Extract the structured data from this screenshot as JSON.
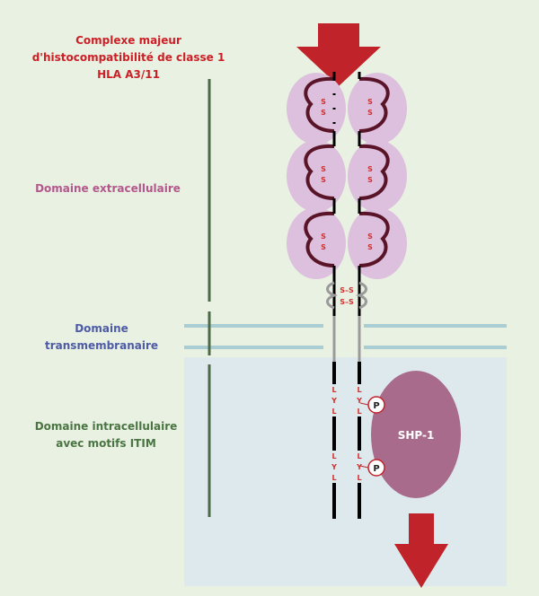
{
  "title": {
    "line1": "Complexe majeur",
    "line2": "d'histocompatibilité de classe 1",
    "line3": "HLA A3/11"
  },
  "domains": {
    "extracellular": "Domaine extracellulaire",
    "transmembrane_line1": "Domaine",
    "transmembrane_line2": "transmembranaire",
    "intracellular_line1": "Domaine intracellulaire",
    "intracellular_line2": "avec motifs ITIM"
  },
  "disulfide": {
    "s": "S",
    "bridge": "S–S"
  },
  "motif": {
    "l": "L",
    "y": "Y"
  },
  "phospho": "P",
  "enzyme": "SHP-1",
  "colors": {
    "background": "#e9f1e2",
    "cytoplasm": "#dde9ec",
    "membrane": "#a9cdd2",
    "title_red": "#cc1f26",
    "extracellular_pink": "#b4578c",
    "transmembrane_blue": "#4d5ba6",
    "intracellular_green": "#4a7543",
    "domain_bar": "#4d6a48",
    "ig_fill": "#dcc0dd",
    "ig_loop": "#5a1428",
    "shp1": "#a86b8c",
    "arrow": "#c1232a"
  }
}
